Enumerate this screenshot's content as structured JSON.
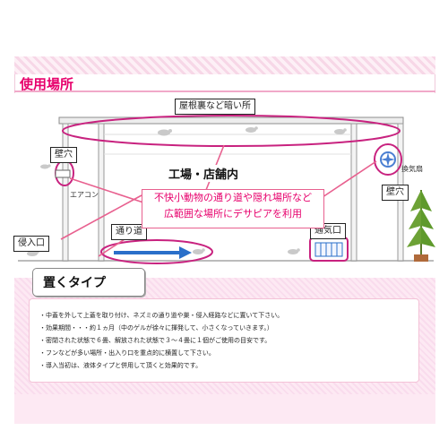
{
  "section_title": "使用場所",
  "labels": {
    "roof": "屋根裏など暗い所",
    "wall_hole_left": "壁穴",
    "aircon": "エアコン",
    "fan": "換気扇",
    "wall_hole_right": "壁穴",
    "factory": "工場・店舗内",
    "passage": "通り道",
    "vent": "通気口",
    "entry": "侵入口"
  },
  "callout": {
    "line1": "不快小動物の通り道や隠れ場所など",
    "line2": "広範囲な場所にデサピアを利用"
  },
  "type_section": {
    "title": "置くタイプ",
    "items": [
      "・中蓋を外して上蓋を取り付け、ネズミの通り道や巣・侵入経路などに置いて下さい。",
      "・効果期間・・・約１ヵ月（中のゲルが徐々に揮発して、小さくなっていきます。）",
      "・密閉された状態で６畳、解放された状態で３～４畳に１個がご使用の目安です。",
      "・フンなどが多い場所・出入り口を重点的に横置して下さい。",
      "・導入当初は、液体タイプと併用して頂くと効果的です。"
    ]
  },
  "colors": {
    "accent": "#e7006c",
    "pink_light": "#fde9f3",
    "arrow_pink": "#e8608f",
    "arrow_blue": "#2a6fc9"
  },
  "icons": [
    "mouse-icon",
    "fan-icon",
    "plant-icon",
    "vent-icon",
    "arrow-icon"
  ]
}
